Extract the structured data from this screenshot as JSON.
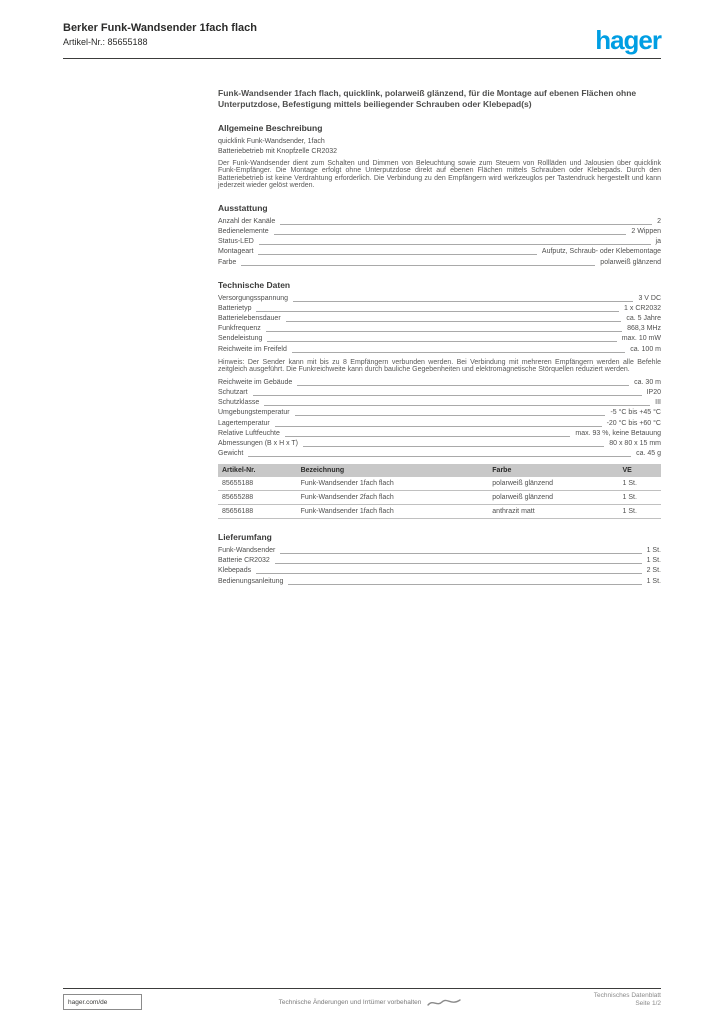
{
  "meta": {
    "brand_color": "#009ee3",
    "text_color": "#3c3c3b",
    "rule_color": "#a9a9a9"
  },
  "header": {
    "title_line1": "Berker Funk-Wandsender 1fach flach",
    "title_line2": "Artikel-Nr.: 85655188",
    "logo_text": "hager"
  },
  "product": {
    "designation": "Funk-Wandsender 1fach flach, quicklink, polarweiß glänzend, für die Montage auf ebenen Flächen ohne Unterputzdose, Befestigung mittels beiliegender Schrauben oder Klebepad(s)"
  },
  "description": {
    "heading": "Allgemeine Beschreibung",
    "bullets": [
      "quicklink Funk-Wandsender, 1fach",
      "Batteriebetrieb mit Knopfzelle CR2032"
    ],
    "paragraph": "Der Funk-Wandsender dient zum Schalten und Dimmen von Beleuchtung sowie zum Steuern von Rollläden und Jalousien über quicklink Funk-Empfänger. Die Montage erfolgt ohne Unterputzdose direkt auf ebenen Flächen mittels Schrauben oder Klebepads. Durch den Batteriebetrieb ist keine Verdrahtung erforderlich. Die Verbindung zu den Empfängern wird werkzeuglos per Tastendruck hergestellt und kann jederzeit wieder gelöst werden."
  },
  "features": {
    "heading": "Ausstattung",
    "rows": [
      {
        "label": "Anzahl der Kanäle",
        "value": "2"
      },
      {
        "label": "Bedienelemente",
        "value": "2 Wippen"
      },
      {
        "label": "Status-LED",
        "value": "ja"
      },
      {
        "label": "Montageart",
        "value": "Aufputz, Schraub- oder Klebemontage"
      },
      {
        "label": "Farbe",
        "value": "polarweiß glänzend"
      }
    ]
  },
  "technical": {
    "heading": "Technische Daten",
    "rows_a": [
      {
        "label": "Versorgungsspannung",
        "value": "3 V DC"
      },
      {
        "label": "Batterietyp",
        "value": "1 x CR2032"
      },
      {
        "label": "Batterielebensdauer",
        "value": "ca. 5 Jahre"
      },
      {
        "label": "Funkfrequenz",
        "value": "868,3 MHz"
      },
      {
        "label": "Sendeleistung",
        "value": "max. 10 mW"
      },
      {
        "label": "Reichweite im Freifeld",
        "value": "ca. 100 m"
      }
    ],
    "note": "Hinweis: Der Sender kann mit bis zu 8 Empfängern verbunden werden. Bei Verbindung mit mehreren Empfängern werden alle Befehle zeitgleich ausgeführt. Die Funkreichweite kann durch bauliche Gegebenheiten und elektromagnetische Störquellen reduziert werden.",
    "rows_b": [
      {
        "label": "Reichweite im Gebäude",
        "value": "ca. 30 m"
      },
      {
        "label": "Schutzart",
        "value": "IP20"
      },
      {
        "label": "Schutzklasse",
        "value": "III"
      },
      {
        "label": "Umgebungstemperatur",
        "value": "-5 °C bis +45 °C"
      },
      {
        "label": "Lagertemperatur",
        "value": "-20 °C bis +60 °C"
      },
      {
        "label": "Relative Luftfeuchte",
        "value": "max. 93 %, keine Betauung"
      },
      {
        "label": "Abmessungen (B x H x T)",
        "value": "80 x 80 x 15 mm"
      },
      {
        "label": "Gewicht",
        "value": "ca. 45 g"
      }
    ]
  },
  "variants": {
    "headers": [
      "Artikel-Nr.",
      "Bezeichnung",
      "Farbe",
      "VE"
    ],
    "rows": [
      [
        "85655188",
        "Funk-Wandsender 1fach flach",
        "polarweiß glänzend",
        "1 St."
      ],
      [
        "85655288",
        "Funk-Wandsender 2fach flach",
        "polarweiß glänzend",
        "1 St."
      ],
      [
        "85656188",
        "Funk-Wandsender 1fach flach",
        "anthrazit matt",
        "1 St."
      ]
    ]
  },
  "scope": {
    "heading": "Lieferumfang",
    "rows": [
      {
        "label": "Funk-Wandsender",
        "value": "1 St."
      },
      {
        "label": "Batterie CR2032",
        "value": "1 St."
      },
      {
        "label": "Klebepads",
        "value": "2 St."
      },
      {
        "label": "Bedienungsanleitung",
        "value": "1 St."
      }
    ]
  },
  "footer": {
    "site": "hager.com/de",
    "note": "Technische Änderungen und Irrtümer vorbehalten",
    "doc_label": "Technisches Datenblatt",
    "page": "Seite 1/2"
  }
}
